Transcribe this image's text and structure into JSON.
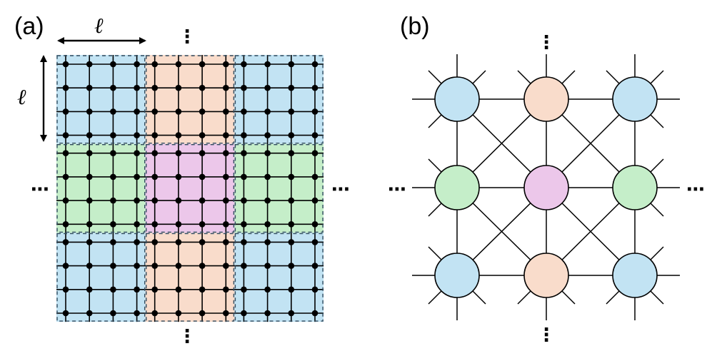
{
  "panel_a": {
    "label": "(a)",
    "length_symbol": "ℓ",
    "ellipsis": "⋯",
    "vertical_ellipsis": "⋮",
    "sites_per_block_side": 4,
    "block_grid": [
      [
        "blue",
        "peach",
        "blue"
      ],
      [
        "green",
        "pink",
        "green"
      ],
      [
        "blue",
        "peach",
        "blue"
      ]
    ]
  },
  "panel_b": {
    "label": "(b)",
    "ellipsis": "⋯",
    "vertical_ellipsis": "⋮",
    "node_grid": [
      [
        "blue",
        "peach",
        "blue"
      ],
      [
        "green",
        "pink",
        "green"
      ],
      [
        "blue",
        "peach",
        "blue"
      ]
    ]
  },
  "colors": {
    "blue": "#c2e3f3",
    "peach": "#f9dccb",
    "green": "#c5eec9",
    "pink": "#ecc7ea",
    "line": "#000000",
    "block_border": "#2f4a5e"
  }
}
